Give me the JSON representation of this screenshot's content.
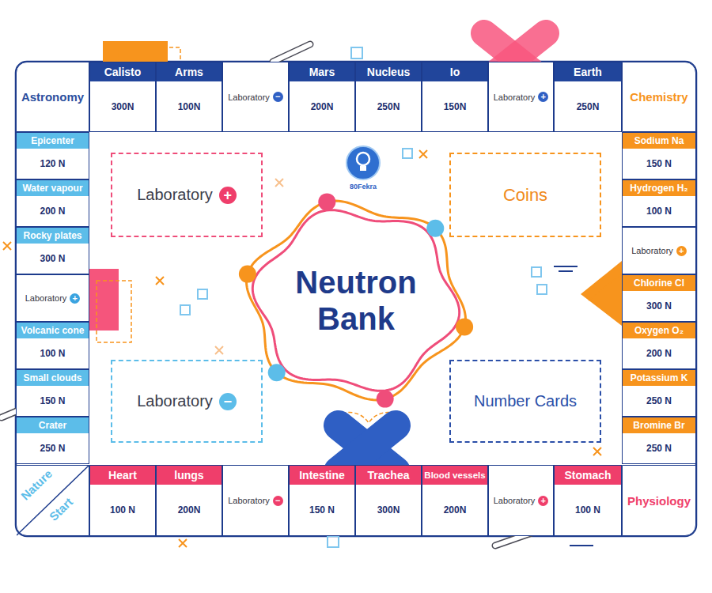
{
  "diagram": {
    "nodes": [
      {
        "text": [
          "Astronomy"
        ]
      },
      {
        "text": [
          "Calisto",
          "300N"
        ]
      },
      {
        "text": [
          "Arms",
          "100N"
        ]
      },
      {
        "text": [
          "Laboratory",
          "−"
        ]
      },
      {
        "text": [
          "Mars",
          "200N"
        ]
      },
      {
        "text": [
          "Nucleus",
          "250N"
        ]
      },
      {
        "text": [
          "Io",
          "150N"
        ]
      },
      {
        "text": [
          "Laboratory",
          "+"
        ]
      },
      {
        "text": [
          "Earth",
          "250N"
        ]
      },
      {
        "text": [
          "Chemistry"
        ]
      },
      {
        "text": [
          "Epicenter",
          "120 N"
        ]
      },
      {
        "text": [
          "Water vapour",
          "200 N"
        ]
      },
      {
        "text": [
          "Rocky plates",
          "300 N"
        ]
      },
      {
        "text": [
          "Laboratory",
          "+"
        ]
      },
      {
        "text": [
          "Volcanic cone",
          "100 N"
        ]
      },
      {
        "text": [
          "Small clouds",
          "150 N"
        ]
      },
      {
        "text": [
          "Crater",
          "250 N"
        ]
      },
      {
        "text": [
          "Laboratory",
          "+"
        ]
      },
      {
        "text": [
          "Coins"
        ]
      },
      {
        "text": [
          "Neutron Bank"
        ]
      },
      {
        "text": [
          "Laboratory",
          "−"
        ]
      },
      {
        "text": [
          "Number Cards"
        ]
      },
      {
        "text": [
          "Sodium Na",
          "150 N"
        ]
      },
      {
        "text": [
          "Hydrogen H₂",
          "100 N"
        ]
      },
      {
        "text": [
          "Laboratory",
          "+"
        ]
      },
      {
        "text": [
          "Chlorine Cl",
          "300 N"
        ]
      },
      {
        "text": [
          "Oxygen O₂",
          "200 N"
        ]
      },
      {
        "text": [
          "Potassium K",
          "250 N"
        ]
      },
      {
        "text": [
          "Bromine Br",
          "250 N"
        ]
      },
      {
        "text": [
          "Nature",
          "Start"
        ]
      },
      {
        "text": [
          "Heart",
          "100 N"
        ]
      },
      {
        "text": [
          "lungs",
          "200N"
        ]
      },
      {
        "text": [
          "Laboratory",
          "−"
        ]
      },
      {
        "text": [
          "Intestine",
          "150 N"
        ]
      },
      {
        "text": [
          "Trachea",
          "300N"
        ]
      },
      {
        "text": [
          "Blood vessels",
          "200N"
        ]
      },
      {
        "text": [
          "Laboratory",
          "+"
        ]
      },
      {
        "text": [
          "Stomach",
          "100 N"
        ]
      },
      {
        "text": [
          "Physiology"
        ]
      }
    ],
    "labels": [
      "80Fekra"
    ]
  }
}
